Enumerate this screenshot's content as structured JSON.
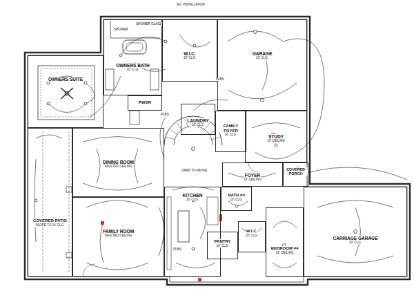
{
  "diagram": {
    "nodes": [
      {
        "text": [
          "OWNERS SUITE"
        ]
      },
      {
        "text": [
          "OWNERS BATH",
          "10' CLG."
        ]
      },
      {
        "text": [
          "W.I.C.",
          "10' CLG."
        ]
      },
      {
        "text": [
          "GARAGE",
          "10' CLG."
        ]
      },
      {
        "text": [
          "PWDR"
        ]
      },
      {
        "text": [
          "LAUNDRY",
          "10' CLG."
        ]
      },
      {
        "text": [
          "FAMILY FOYER",
          "10' CLG."
        ]
      },
      {
        "text": [
          "STUDY",
          "10' CEILING"
        ]
      },
      {
        "text": [
          "DINING ROOM",
          "VAULTED CEILING"
        ]
      },
      {
        "text": [
          "COVERED PORCH"
        ]
      },
      {
        "text": [
          "FOYER",
          "10' CEILING"
        ]
      },
      {
        "text": [
          "KITCHEN",
          "10' CLG."
        ]
      },
      {
        "text": [
          "BATH #4",
          "10' CLG."
        ]
      },
      {
        "text": [
          "COVERED PATIO",
          "SLOPE TO 14' CLG."
        ]
      },
      {
        "text": [
          "FAMILY ROOM",
          "VAULTED CEILING"
        ]
      },
      {
        "text": [
          "PANTRY",
          "10' CLG."
        ]
      },
      {
        "text": [
          "W.I.C.",
          "10' CLG."
        ]
      },
      {
        "text": [
          "BEDROOM #4",
          "10' CEILING"
        ]
      },
      {
        "text": [
          "CARRIAGE GARAGE",
          "10' CLG."
        ]
      }
    ],
    "labels": [
      "A/C INSTALLATION",
      "SHOWER",
      "SHOWER GLASS",
      "OPEN TO ABOVE",
      "PLBS",
      "PLBS",
      "PLBS"
    ]
  }
}
